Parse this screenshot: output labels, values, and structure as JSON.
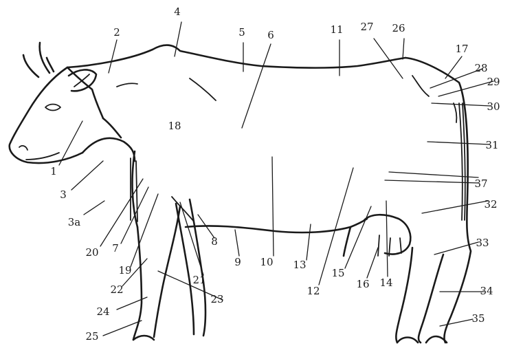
{
  "labels": [
    "1",
    "2",
    "3",
    "3a",
    "4",
    "5",
    "6",
    "7",
    "8",
    "9",
    "10",
    "11",
    "12",
    "13",
    "14",
    "15",
    "16",
    "17",
    "18",
    "19",
    "20",
    "21",
    "22",
    "23",
    "24",
    "25",
    "26",
    "27",
    "28",
    "29",
    "30",
    "31",
    "32",
    "33",
    "34",
    "35",
    "37"
  ],
  "colors": {
    "ink": "#1a1a1a",
    "paper": "#ffffff"
  }
}
